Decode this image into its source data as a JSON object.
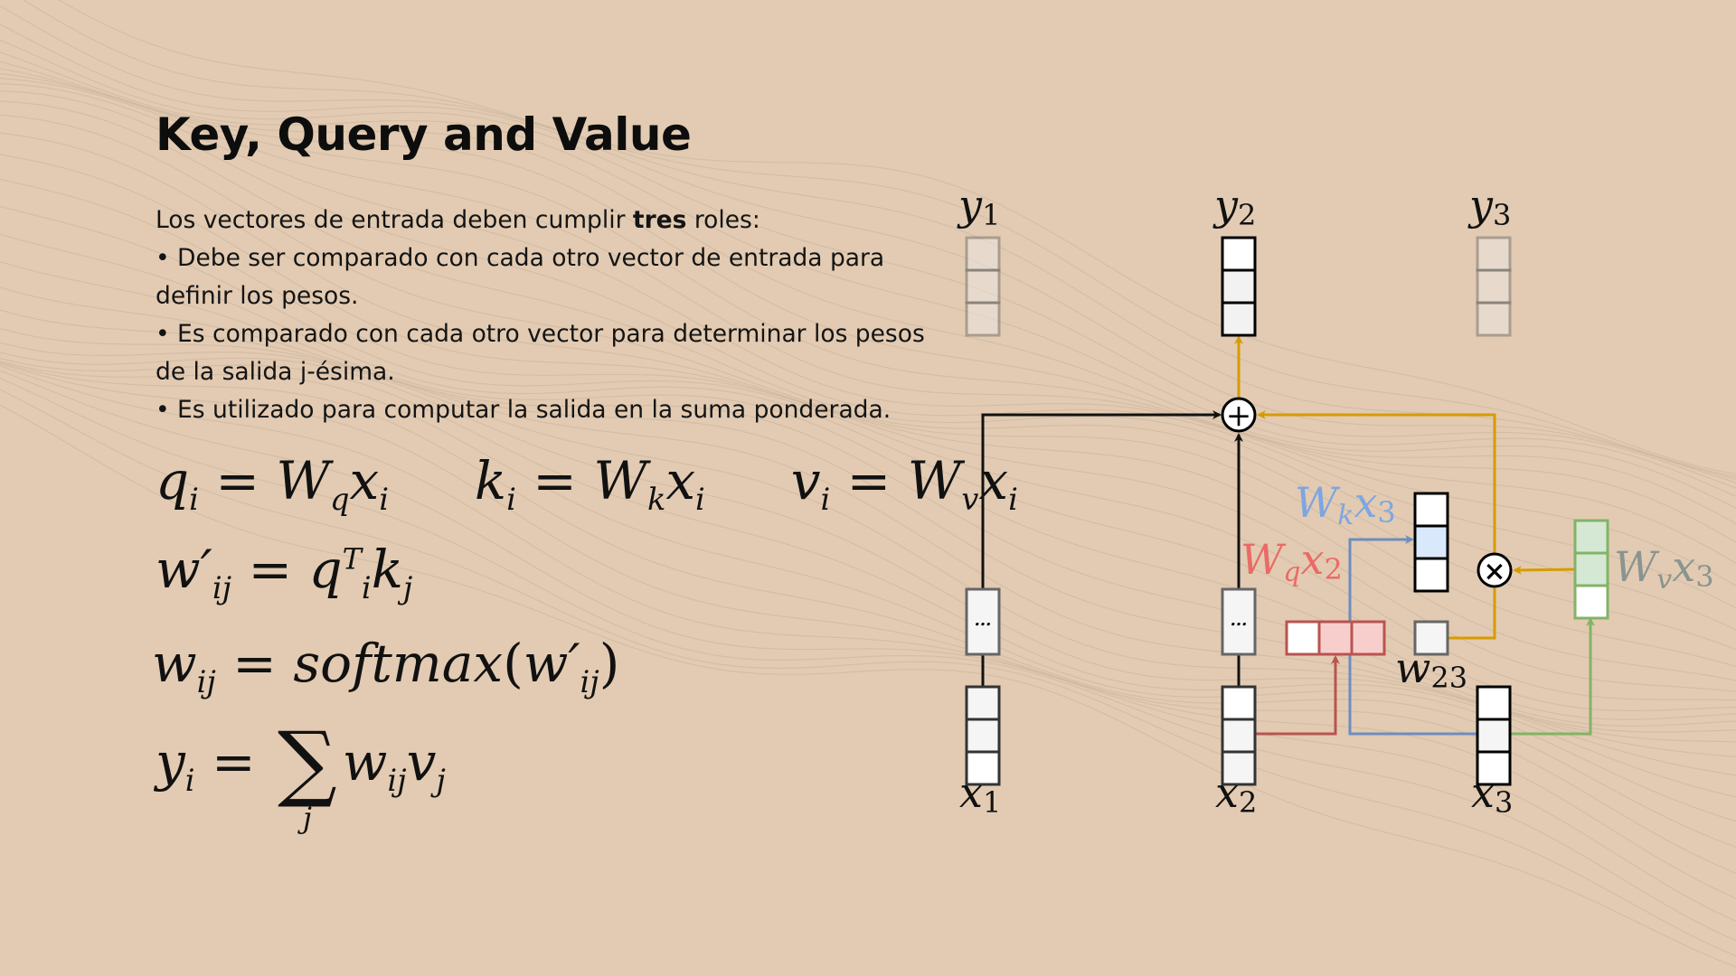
{
  "slide": {
    "title": "Key, Query and Value",
    "intro_start": "Los vectores de entrada deben cumplir ",
    "intro_bold": "tres",
    "intro_end": " roles:",
    "bullets": [
      "• Debe ser comparado con cada otro vector de entrada para definir los pesos.",
      "• Es comparado con cada otro vector para determinar los pesos de la salida j-ésima.",
      "• Es utilizado para computar la salida en la suma ponderada."
    ]
  },
  "equations": {
    "q_lhs": "q",
    "q_sub": "i",
    "q_rhs": "W",
    "q_rhs_sub": "q",
    "q_x": "x",
    "q_x_sub": "i",
    "k_lhs": "k",
    "k_sub": "i",
    "k_rhs": "W",
    "k_rhs_sub": "k",
    "k_x": "x",
    "k_x_sub": "i",
    "v_lhs": "v",
    "v_sub": "i",
    "v_rhs": "W",
    "v_rhs_sub": "v",
    "v_x": "x",
    "v_x_sub": "i",
    "w_prime_lhs": "w′",
    "w_prime_sub": "ij",
    "w_prime_q": "q",
    "w_prime_q_sup": "T",
    "w_prime_q_sub": "i",
    "w_prime_k": "k",
    "w_prime_k_sub": "j",
    "w_lhs": "w",
    "w_sub": "ij",
    "w_func": "softmax",
    "w_arg": "w′",
    "w_arg_sub": "ij",
    "y_lhs": "y",
    "y_sub": "i",
    "y_sigma": "∑",
    "y_sigma_under": "j",
    "y_w": "w",
    "y_w_sub": "ij",
    "y_v": "v",
    "y_v_sub": "j",
    "equals": "="
  },
  "diagram": {
    "output_labels": [
      {
        "base": "y",
        "sub": "1"
      },
      {
        "base": "y",
        "sub": "2"
      },
      {
        "base": "y",
        "sub": "3"
      }
    ],
    "input_labels": [
      {
        "base": "x",
        "sub": "1"
      },
      {
        "base": "x",
        "sub": "2"
      },
      {
        "base": "x",
        "sub": "3"
      }
    ],
    "ellipsis": "...",
    "sum_symbol": "+",
    "product_symbol": "×",
    "weight_label": {
      "base": "w",
      "sub": "23"
    },
    "key_label": {
      "base": "W",
      "sub": "k",
      "vec": "x",
      "vec_sub": "3"
    },
    "query_label": {
      "base": "W",
      "sub": "q",
      "vec": "x",
      "vec_sub": "2"
    },
    "value_label": {
      "base": "W",
      "sub": "v",
      "vec": "x",
      "vec_sub": "3"
    },
    "colors": {
      "background": "#e2cbb2",
      "arrow_black": "#111111",
      "arrow_orange": "#d79b00",
      "arrow_red": "#b85450",
      "arrow_blue": "#6c8ebf",
      "arrow_green": "#82b366",
      "query_fill": "#f8cecc",
      "key_fill": "#dae8fc",
      "value_fill": "#d5e8d4",
      "label_red": "#ea6b66",
      "label_blue": "#7ea6e0",
      "label_gray": "#8a9490"
    }
  }
}
